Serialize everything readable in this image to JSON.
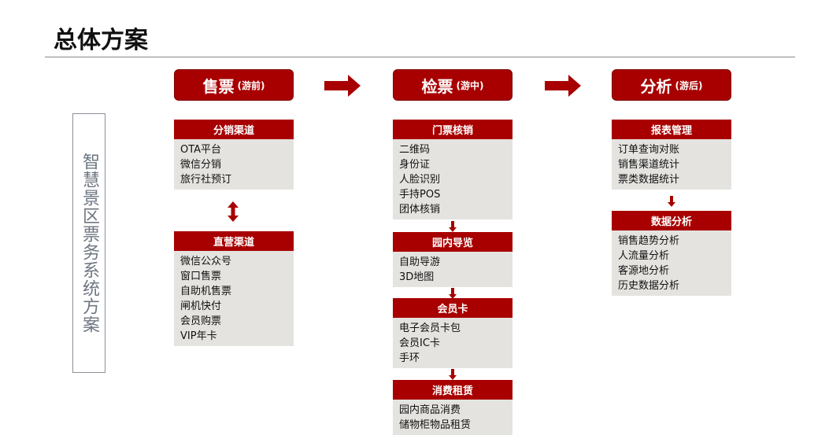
{
  "title": "总体方案",
  "side_label": "智慧景区票务系统方案",
  "stages": [
    {
      "label": "售票",
      "sub": "(游前)"
    },
    {
      "label": "检票",
      "sub": "(游中)"
    },
    {
      "label": "分析",
      "sub": "(游后)"
    }
  ],
  "sections": {
    "fenxiao": {
      "title": "分销渠道",
      "items": [
        "OTA平台",
        "微信分销",
        "旅行社预订"
      ]
    },
    "zhiying": {
      "title": "直营渠道",
      "items": [
        "微信公众号",
        "窗口售票",
        "自助机售票",
        "闸机快付",
        "会员购票",
        "VIP年卡"
      ]
    },
    "menpiao": {
      "title": "门票核销",
      "items": [
        "二维码",
        "身份证",
        "人脸识别",
        "手持POS",
        "团体核销"
      ]
    },
    "daolan": {
      "title": "园内导览",
      "items": [
        "自助导游",
        "3D地图"
      ]
    },
    "huiyuan": {
      "title": "会员卡",
      "items": [
        "电子会员卡包",
        "会员IC卡",
        "手环"
      ]
    },
    "xiaofei": {
      "title": "消费租赁",
      "items": [
        "园内商品消费",
        "储物柜物品租赁"
      ]
    },
    "baobiao": {
      "title": "报表管理",
      "items": [
        "订单查询对账",
        "销售渠道统计",
        "票类数据统计"
      ]
    },
    "shuju": {
      "title": "数据分析",
      "items": [
        "销售趋势分析",
        "人流量分析",
        "客源地分析",
        "历史数据分析"
      ]
    }
  },
  "colors": {
    "accent": "#a80000",
    "panel": "#e4e3df"
  }
}
